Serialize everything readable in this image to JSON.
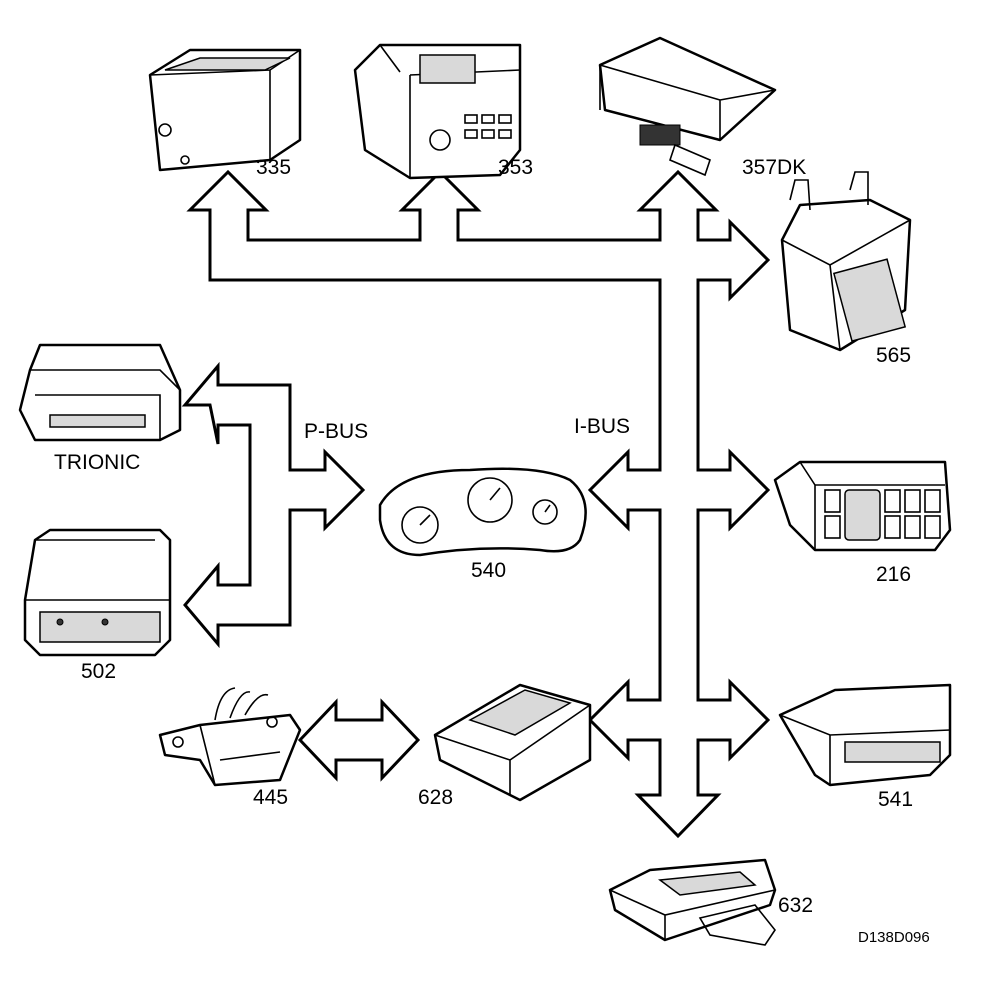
{
  "buses": {
    "p_bus": "P-BUS",
    "i_bus": "I-BUS"
  },
  "components": {
    "c335": "335",
    "c353": "353",
    "c357dk": "357DK",
    "c565": "565",
    "trionic": "TRIONIC",
    "c502": "502",
    "c540": "540",
    "c216": "216",
    "c445": "445",
    "c628": "628",
    "c541": "541",
    "c632": "632"
  },
  "figure_ref": "D138D096"
}
